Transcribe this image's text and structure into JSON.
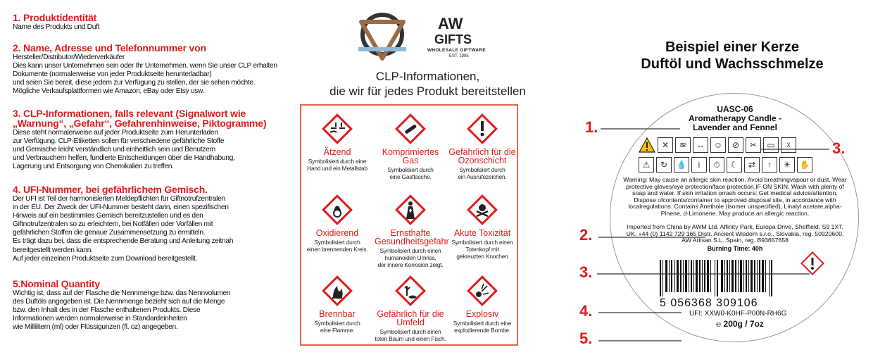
{
  "left": {
    "sections": [
      {
        "title": "1. Produktidentität",
        "body": "Name des Produkts und Duft"
      },
      {
        "title": "2. Name, Adresse und Telefonnummer von",
        "body": "Hersteller/Distributor/Wiederverkäufer\nDies kann unser Unternehmen sein oder Ihr Unternehmen, wenn Sie unser CLP erhalten\nDokumente (normalerweise von jeder Produktseite herunterladbar)\nund seien Sie bereit, diese jedem zur Verfügung zu stellen, der sie sehen möchte.\nMögliche Verkaufsplattformen wie Amazon, eBay oder Etsy usw."
      },
      {
        "title": "3. CLP-Informationen, falls relevant (Signalwort wie „Warnung“, „Gefahr“, Gefahrenhinweise, Piktogramme)",
        "body": "Diese steht normalerweise auf jeder Produktseite zum Herunterladen\nzur Verfügung. CLP-Etiketten sollen für verschiedene gefährliche Stoffe\nund Gemische leicht verständlich und einheitlich sein und Benutzern\nund Verbrauchern helfen, fundierte Entscheidungen über die Handhabung,\nLagerung und Entsorgung von Chemikalien zu treffen."
      },
      {
        "title": "4. UFI-Nummer, bei gefährlichem Gemisch.",
        "body": "Der UFI ist Teil der harmonisierten Meldepflichten für Giftnotrufzentralen\nin der EU. Der Zweck der UFI-Nummer besteht darin, einen spezifischen\nHinweis auf ein bestimmtes Gemisch bereitzustellen und es den\nGiftnotrufzentralen so zu erleichtern, bei Notfällen oder Vorfällen mit\ngefährlichen Stoffen die genaue Zusammensetzung zu ermitteln.\nEs trägt dazu bei, dass die entsprechende Beratung und Anleitung zeitnah\nbereitgestellt werden kann.\nAuf jeder einzelnen Produktseite zum Download bereitgestellt."
      },
      {
        "title": "5.Nominal Quantity",
        "body": "Wichtig ist, dass auf der Flasche die Nennmenge bzw. das Nennvolumen\ndes Duftöls angegeben ist. Die Nennmenge bezieht sich auf die Menge\nbzw. den Inhalt des in der Flasche enthaltenen Produkts. Diese\nInformationen werden normalerweise in Standardeinheiten\nwie Millilitern (ml) oder Flüssigunzen (fl. oz) angegeben."
      }
    ]
  },
  "logo": {
    "line1": "AW",
    "line2": "GIFTS",
    "line3": "WHOLESALE GIFTWARE",
    "line4": "EST. 1995"
  },
  "clp_title": "CLP-Informationen,\ndie wir für jedes Produkt bereitstellen",
  "hazards": [
    {
      "name": "Ätzend",
      "desc": "Symbolisiert durch eine\nHand und ein Metallstab",
      "icon": "corrosion-icon"
    },
    {
      "name": "Komprimiertes Gas",
      "desc": "Symbolisiert durch\neine Gasflasche.",
      "icon": "gas-cylinder-icon"
    },
    {
      "name": "Gefährlich für die Ozonschicht",
      "desc": "Symbolisiert durch\nein Ausrufezeichen.",
      "icon": "exclamation-icon"
    },
    {
      "name": "Oxidierend",
      "desc": "Symbolisiert durch\neinen brennenden Kreis.",
      "icon": "flame-over-circle-icon"
    },
    {
      "name": "Ernsthafte Gesundheitsgefahr",
      "desc": "Symbolisiert durch einen\nhumanoiden Umriss,\nder innere Korrosion zeigt.",
      "icon": "health-hazard-icon"
    },
    {
      "name": "Akute Toxizität",
      "desc": "Symbolisiert durch einen\nTotenkopf mit\ngekreuzten Knochen",
      "icon": "skull-icon"
    },
    {
      "name": "Brennbar",
      "desc": "Symbolisiert durch\neine Flamme.",
      "icon": "flame-icon"
    },
    {
      "name": "Gefährlich für die Umfeld",
      "desc": "Symbolisiert durch einen\ntoten Baum und einen Fisch.",
      "icon": "environment-icon"
    },
    {
      "name": "Explosiv",
      "desc": "Symbolisiert durch eine\nexplodierende Bombe.",
      "icon": "explosive-icon"
    }
  ],
  "right_title": "Beispiel einer Kerze\nDuftöl und Wachsschmelze",
  "label": {
    "code": "UASC-06",
    "name": "Aromatherapy Candle -\nLavender and Fennel",
    "warning": "Warning: May cause an allergic skin reaction. Avoid breathingvapour or dust. Wear protective gloves/eye protection/face protection.IF ON SKIN: Wash with plenty of soap and water. If skin irritation orrash occurs: Get medical advice/attention. Dispose ofcontents/container to approved disposal site, in accordance with localregulations. Contains Anethole (isomer unspecified), Linalyl acetate,alpha-Pinene, d-Limonene. May produce an allergic reaction.",
    "importer": "Imported from China by AWM Ltd. Affinity Park, Europa Drive, Sheffield, S9 1XT. UK. +44 (0) 1142 729 165 Distr. Ancient Wisdom s.r.o., Slovakia, reg. 50920600, AW Artisan S.L. Spain, reg. B93657658",
    "burning": "Burning Time: 40h",
    "barcode_digits": "5   056368   309106",
    "ufi": "UFI: XXW0-K0HF-P00N-RH6G",
    "weight": "℮ 200g / 7oz"
  },
  "callouts": [
    "1.",
    "2.",
    "3.",
    "3.",
    "4.",
    "5."
  ]
}
